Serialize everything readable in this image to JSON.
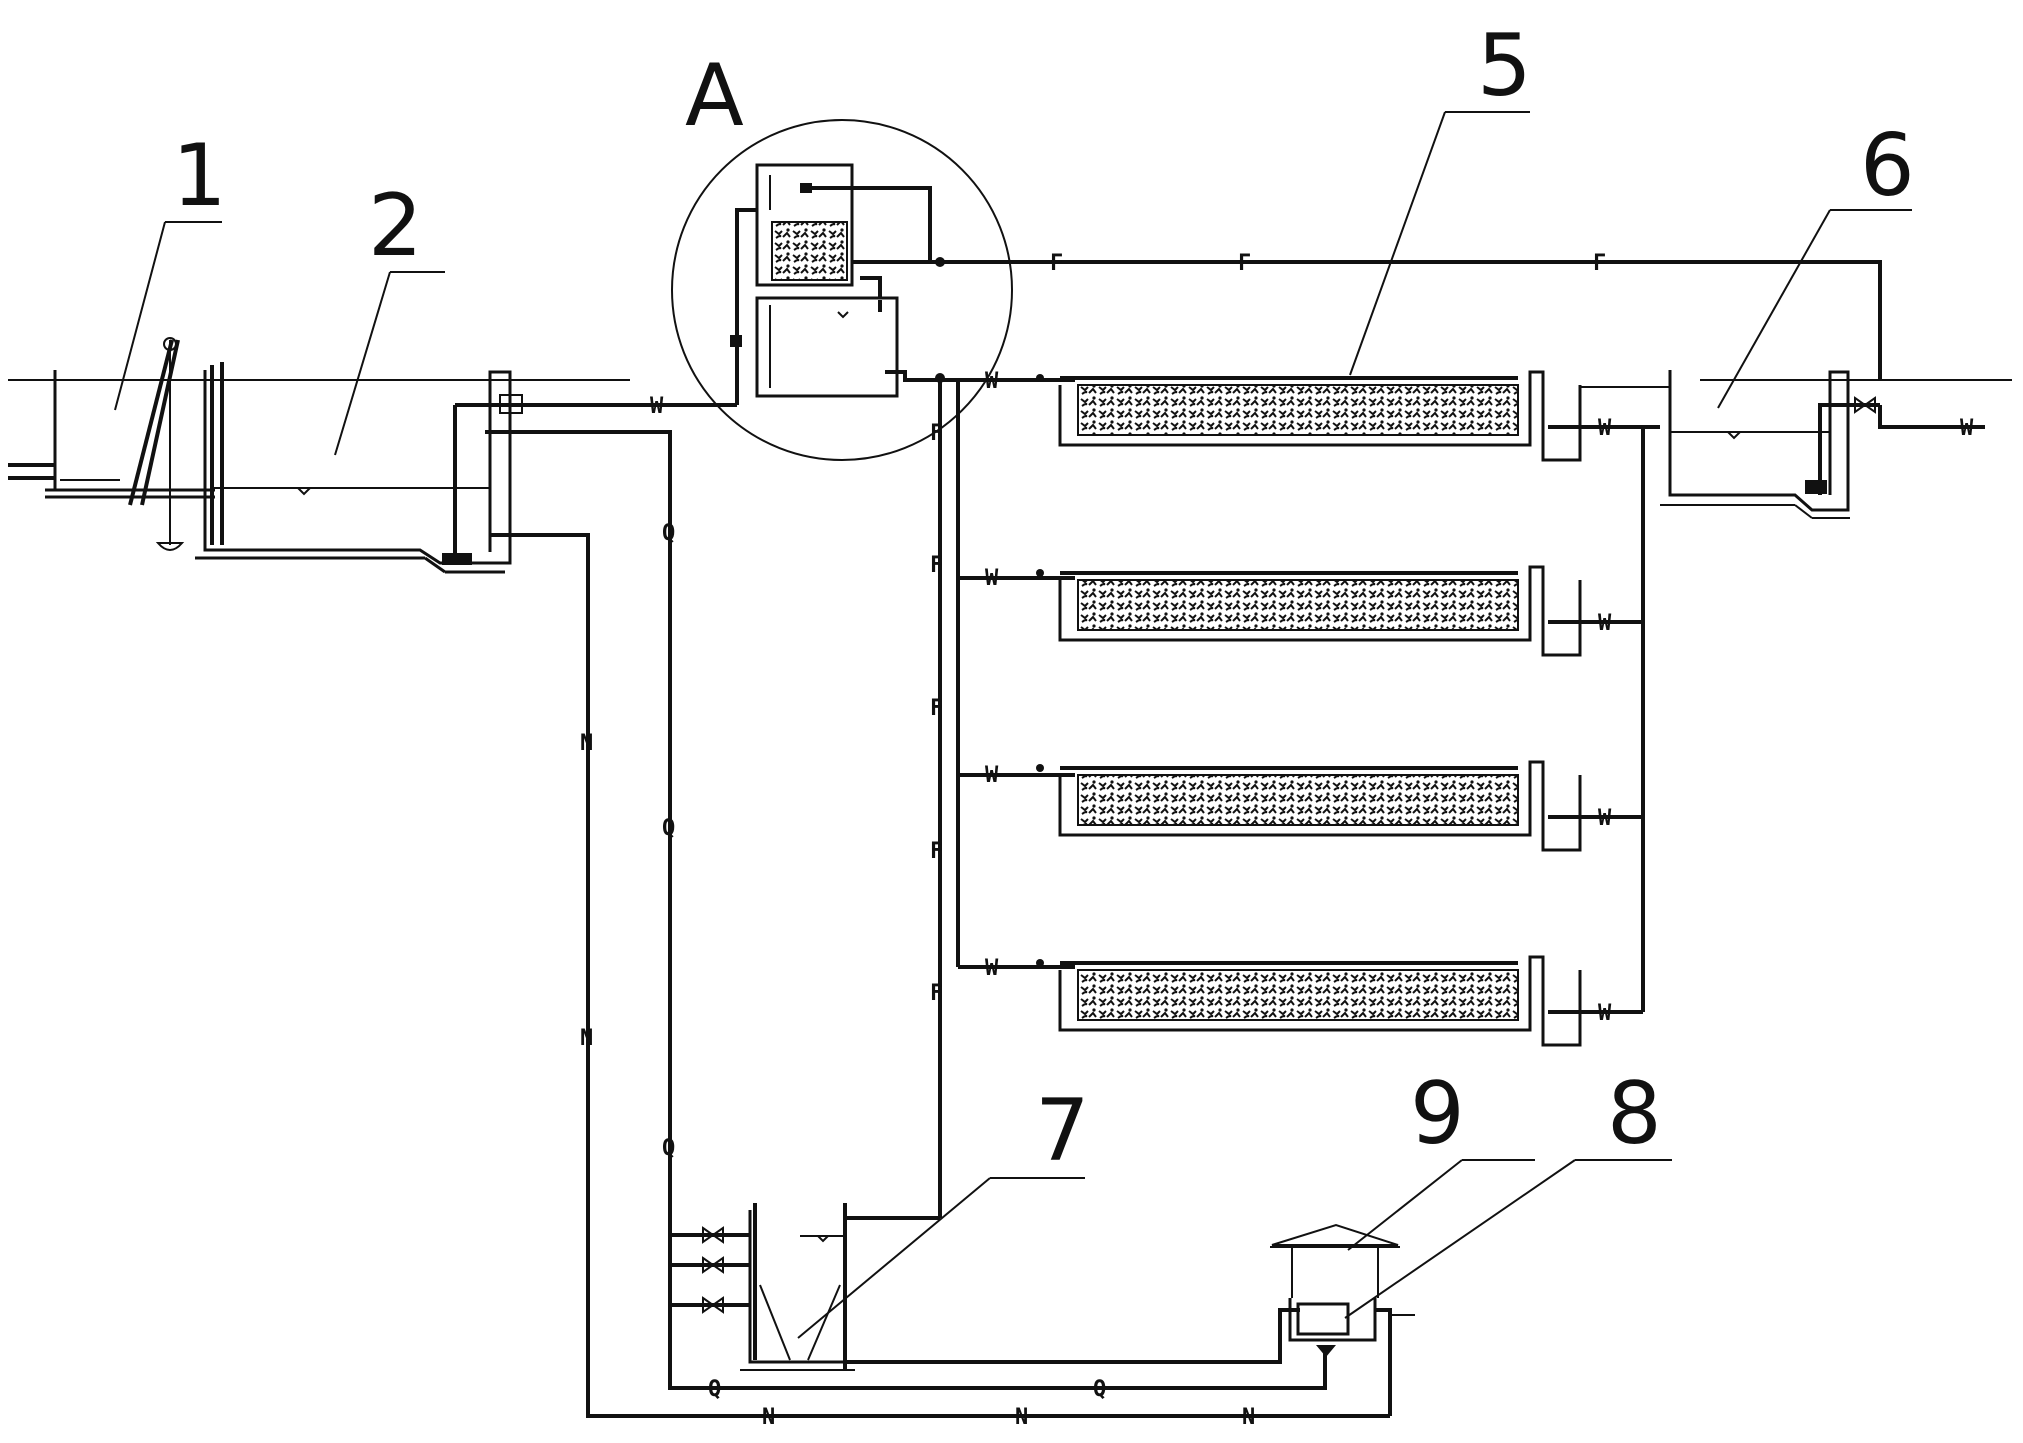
{
  "labels": {
    "n1": "1",
    "n2": "2",
    "detail": "A",
    "n5": "5",
    "n6": "6",
    "n7": "7",
    "n8": "8",
    "n9": "9"
  },
  "pipe_marks": {
    "feed_top": "F",
    "sewage_in": "W",
    "gas_q": "Q",
    "return_n": "N"
  }
}
